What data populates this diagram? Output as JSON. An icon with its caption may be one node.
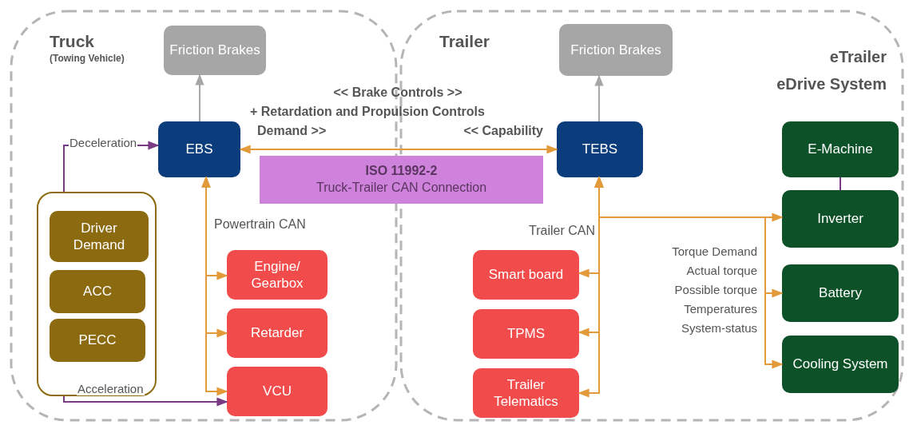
{
  "diagram": {
    "nodes": [
      {
        "text": [
          "Truck",
          "(Towing Vehicle)"
        ]
      },
      {
        "text": [
          "Friction Brakes"
        ],
        "in": 0
      },
      {
        "text": [
          "EBS"
        ],
        "in": 0
      },
      {
        "text": [],
        "shape": "box",
        "in": 0
      },
      {
        "text": [
          "Driver Demand"
        ],
        "in": 3
      },
      {
        "text": [
          "ACC"
        ],
        "in": 3
      },
      {
        "text": [
          "PECC"
        ],
        "in": 3
      },
      {
        "text": [
          "Engine/ Gearbox"
        ],
        "in": 0
      },
      {
        "text": [
          "Retarder"
        ],
        "in": 0
      },
      {
        "text": [
          "VCU"
        ],
        "in": 0
      },
      {
        "text": [
          "Trailer"
        ]
      },
      {
        "text": [
          "Friction Brakes"
        ],
        "in": 10
      },
      {
        "text": [
          "TEBS"
        ],
        "in": 10
      },
      {
        "text": [
          "Smart board"
        ],
        "in": 10
      },
      {
        "text": [
          "TPMS"
        ],
        "in": 10
      },
      {
        "text": [
          "Trailer Telematics"
        ],
        "in": 10
      },
      {
        "text": [
          "E-Machine"
        ],
        "in": 10
      },
      {
        "text": [
          "Inverter"
        ],
        "in": 10
      },
      {
        "text": [
          "Battery"
        ],
        "in": 10
      },
      {
        "text": [
          "Cooling System"
        ],
        "in": 10
      },
      {
        "text": [
          "ISO 11992-2",
          "Truck-Trailer CAN Connection"
        ]
      }
    ],
    "edges": [
      {
        "from": 2,
        "to": 1,
        "arrow": "to",
        "color": "#a6a6a6"
      },
      {
        "from": 12,
        "to": 11,
        "arrow": "to",
        "color": "#a6a6a6"
      },
      {
        "from": 2,
        "to": 12,
        "arrow": "both"
      },
      {
        "from": 3,
        "to": 2,
        "arrow": "to",
        "label": "Deceleration",
        "color": "#7a3b85"
      },
      {
        "from": 3,
        "to": 9,
        "arrow": "to",
        "label": "Acceleration",
        "color": "#7a3b85"
      },
      {
        "from": 2,
        "to": 7,
        "arrow": "both"
      },
      {
        "from": 2,
        "to": 8,
        "arrow": "both"
      },
      {
        "from": 2,
        "to": 9,
        "arrow": "both"
      },
      {
        "from": 12,
        "to": 13,
        "arrow": "both"
      },
      {
        "from": 12,
        "to": 14,
        "arrow": "both"
      },
      {
        "from": 12,
        "to": 15,
        "arrow": "both"
      },
      {
        "from": 12,
        "to": 17,
        "arrow": "both"
      },
      {
        "from": 12,
        "to": 18,
        "arrow": "both"
      },
      {
        "from": 12,
        "to": 19,
        "arrow": "both"
      },
      {
        "from": 16,
        "to": 17,
        "arrow": "none",
        "color": "#7a3b85"
      }
    ],
    "labels": [
      "<< Brake Controls >>",
      "+ Retardation and Propulsion Controls",
      "Demand >>",
      "<< Capability",
      "eTrailer",
      "eDrive System",
      "Powertrain CAN",
      "Trailer CAN",
      "Torque Demand",
      "Actual torque",
      "Possible torque",
      "Temperatures",
      "System-status"
    ]
  }
}
